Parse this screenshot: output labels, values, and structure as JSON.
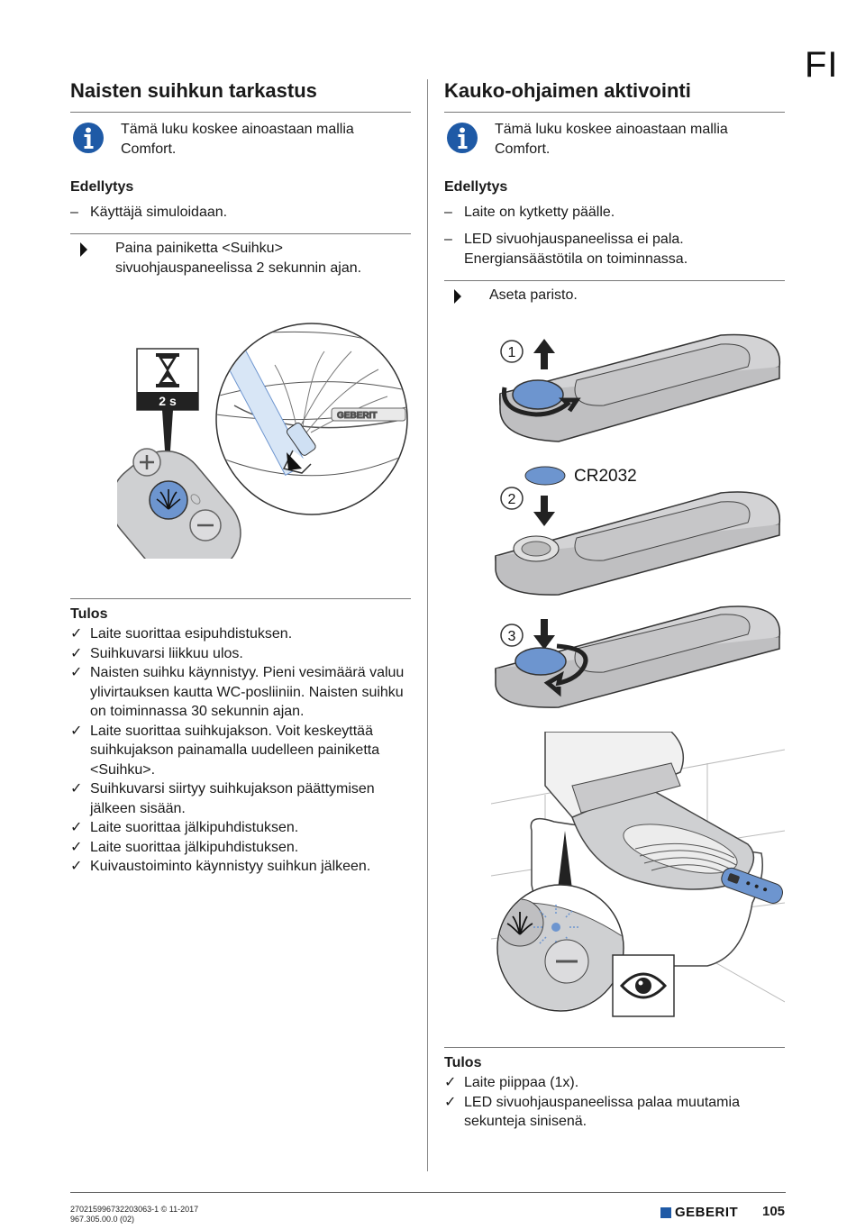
{
  "lang_tag": "FI",
  "left": {
    "title": "Naisten suihkun tarkastus",
    "info": "Tämä luku koskee ainoastaan mallia Comfort.",
    "prereq_heading": "Edellytys",
    "prereqs": [
      "Käyttäjä simuloidaan."
    ],
    "step": "Paina painiketta <Suihku> sivuohjauspaneelissa 2 sekunnin ajan.",
    "timer_label": "2 s",
    "result_heading": "Tulos",
    "results": [
      "Laite suorittaa esipuhdistuksen.",
      "Suihkuvarsi liikkuu ulos.",
      "Naisten suihku käynnistyy. Pieni vesimäärä valuu ylivirtauksen kautta WC-posliiniin. Naisten suihku on toiminnassa 30 sekunnin ajan.",
      "Laite suorittaa suihkujakson. Voit keskeyttää suihkujakson painamalla uudelleen painiketta <Suihku>.",
      "Suihkuvarsi siirtyy suihkujakson päättymisen jälkeen sisään.",
      "Laite suorittaa jälkipuhdistuksen.",
      "Laite suorittaa jälkipuhdistuksen.",
      "Kuivaustoiminto käynnistyy suihkun jälkeen."
    ]
  },
  "right": {
    "title": "Kauko-ohjaimen aktivointi",
    "info": "Tämä luku koskee ainoastaan mallia Comfort.",
    "prereq_heading": "Edellytys",
    "prereqs": [
      "Laite on kytketty päälle.",
      "LED sivuohjauspaneelissa ei pala. Energiansäästötila on toiminnassa."
    ],
    "step": "Aseta paristo.",
    "step_numbers": [
      "1",
      "2",
      "3"
    ],
    "battery_label": "CR2032",
    "result_heading": "Tulos",
    "results": [
      "Laite piippaa (1x).",
      "LED sivuohjauspaneelissa palaa muutamia sekunteja sinisenä."
    ]
  },
  "brand_logo": "GEBERIT",
  "seat_logo": "GEBERIT",
  "footer": {
    "doc_line1": "270215996732203063-1 © 11-2017",
    "doc_line2": "967.305.00.0 (02)",
    "brand": "GEBERIT",
    "page": "105"
  },
  "colors": {
    "accent_blue": "#1f5aa6",
    "button_blue": "#6d95cf",
    "panel_grey": "#cfd0d2"
  },
  "check_symbol": "✓",
  "dash_symbol": "–"
}
